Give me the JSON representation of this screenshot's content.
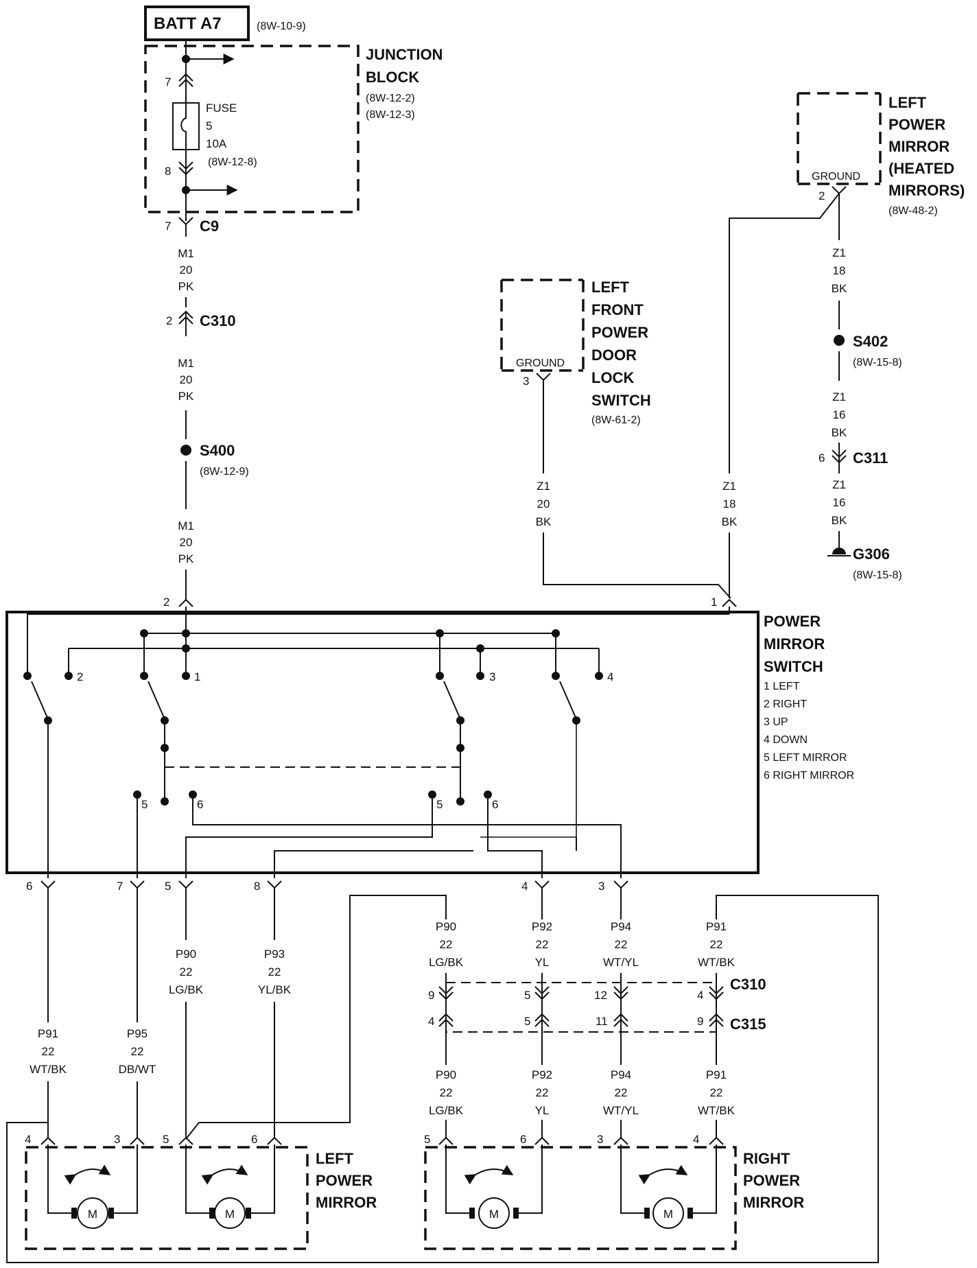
{
  "batt": {
    "label": "BATT A7",
    "ref": "(8W-10-9)"
  },
  "junction_block": {
    "title1": "JUNCTION",
    "title2": "BLOCK",
    "ref1": "(8W-12-2)",
    "ref2": "(8W-12-3)"
  },
  "fuse": {
    "l1": "FUSE",
    "l2": "5",
    "l3": "10A",
    "ref": "(8W-12-8)",
    "pin_in": "7",
    "pin_out": "8"
  },
  "c9": {
    "name": "C9",
    "pin": "7"
  },
  "wire_m1_a": {
    "c": "M1",
    "g": "20",
    "col": "PK"
  },
  "c310_top": {
    "name": "C310",
    "pin": "2"
  },
  "wire_m1_b": {
    "c": "M1",
    "g": "20",
    "col": "PK"
  },
  "s400": {
    "name": "S400",
    "ref": "(8W-12-9)"
  },
  "wire_m1_c": {
    "c": "M1",
    "g": "20",
    "col": "PK"
  },
  "door_lock_switch": {
    "t1": "LEFT",
    "t2": "FRONT",
    "t3": "POWER",
    "t4": "DOOR",
    "t5": "LOCK",
    "t6": "SWITCH",
    "ref": "(8W-61-2)",
    "ground": "GROUND",
    "pin": "3"
  },
  "wire_z1_20": {
    "c": "Z1",
    "g": "20",
    "col": "BK"
  },
  "heated_mirror": {
    "t1": "LEFT",
    "t2": "POWER",
    "t3": "MIRROR",
    "t4": "(HEATED",
    "t5": "MIRRORS)",
    "ref": "(8W-48-2)",
    "ground": "GROUND",
    "pin": "2"
  },
  "wire_z1_18_right": {
    "c": "Z1",
    "g": "18",
    "col": "BK"
  },
  "wire_z1_18_mid": {
    "c": "Z1",
    "g": "18",
    "col": "BK"
  },
  "s402": {
    "name": "S402",
    "ref": "(8W-15-8)"
  },
  "wire_z1_16_a": {
    "c": "Z1",
    "g": "16",
    "col": "BK"
  },
  "c311": {
    "name": "C311",
    "pin": "6"
  },
  "wire_z1_16_b": {
    "c": "Z1",
    "g": "16",
    "col": "BK"
  },
  "g306": {
    "name": "G306",
    "ref": "(8W-15-8)"
  },
  "switch": {
    "t1": "POWER",
    "t2": "MIRROR",
    "t3": "SWITCH",
    "legend": [
      "1 LEFT",
      "2 RIGHT",
      "3 UP",
      "4 DOWN",
      "5 LEFT MIRROR",
      "6 RIGHT MIRROR"
    ],
    "pin_top_left": "2",
    "pin_top_right": "1",
    "contacts": [
      "2",
      "1",
      "3",
      "4",
      "5",
      "6",
      "5",
      "6"
    ],
    "pins_bottom": [
      "6",
      "7",
      "5",
      "8",
      "4",
      "3"
    ]
  },
  "wires_left": [
    {
      "c": "P91",
      "g": "22",
      "col": "WT/BK"
    },
    {
      "c": "P95",
      "g": "22",
      "col": "DB/WT"
    },
    {
      "c": "P90",
      "g": "22",
      "col": "LG/BK"
    },
    {
      "c": "P93",
      "g": "22",
      "col": "YL/BK"
    }
  ],
  "wires_right_top": [
    {
      "c": "P90",
      "g": "22",
      "col": "LG/BK"
    },
    {
      "c": "P92",
      "g": "22",
      "col": "YL"
    },
    {
      "c": "P94",
      "g": "22",
      "col": "WT/YL"
    },
    {
      "c": "P91",
      "g": "22",
      "col": "WT/BK"
    }
  ],
  "wires_right_bottom": [
    {
      "c": "P90",
      "g": "22",
      "col": "LG/BK"
    },
    {
      "c": "P92",
      "g": "22",
      "col": "YL"
    },
    {
      "c": "P94",
      "g": "22",
      "col": "WT/YL"
    },
    {
      "c": "P91",
      "g": "22",
      "col": "WT/BK"
    }
  ],
  "c310_bottom": {
    "name": "C310",
    "pins": [
      "9",
      "5",
      "12",
      "4"
    ]
  },
  "c315": {
    "name": "C315",
    "pins": [
      "4",
      "5",
      "11",
      "9"
    ]
  },
  "left_mirror": {
    "t1": "LEFT",
    "t2": "POWER",
    "t3": "MIRROR",
    "pins": [
      "4",
      "3",
      "5",
      "6"
    ],
    "motor": "M"
  },
  "right_mirror": {
    "t1": "RIGHT",
    "t2": "POWER",
    "t3": "MIRROR",
    "pins": [
      "5",
      "6",
      "3",
      "4"
    ],
    "motor": "M"
  }
}
